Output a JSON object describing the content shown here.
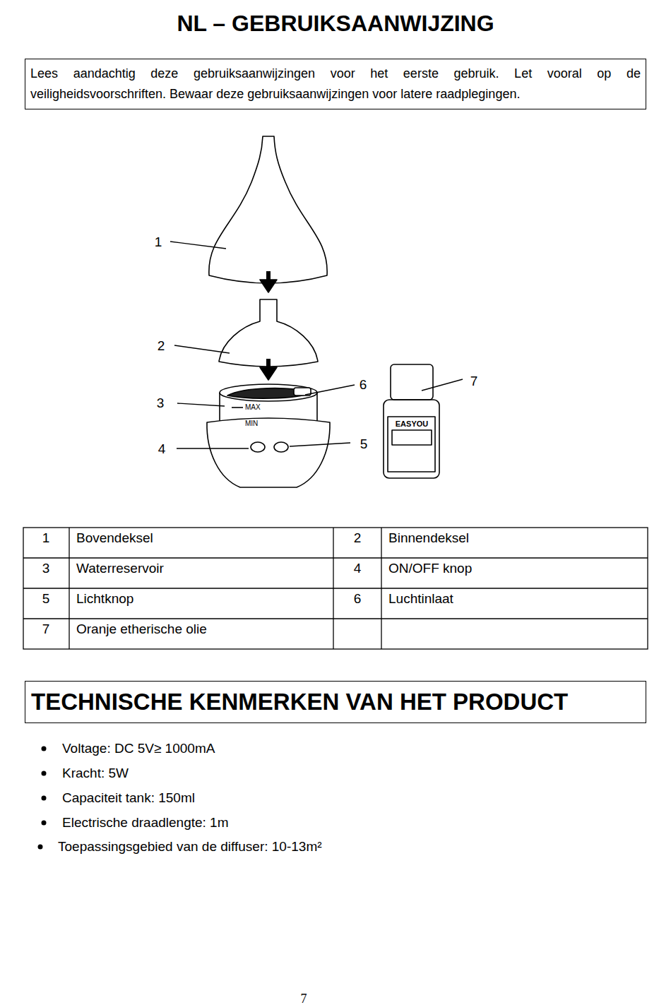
{
  "diagram": {
    "title": "NL – GEBRUIKSAANWIJZING",
    "nodes": [
      {
        "text": [
          "Lees aandachtig deze gebruiksaanwijzingen voor het eerste gebruik. Let vooral op de veiligheidsvoorschriften. Bewaar deze gebruiksaanwijzingen voor latere raadplegingen."
        ]
      },
      {
        "text": [
          "TECHNISCHE KENMERKEN VAN HET PRODUCT"
        ]
      }
    ],
    "labels": [
      "1",
      "7",
      "2",
      "6",
      "3",
      "4",
      "5",
      "MAX",
      "MIN",
      "EASYOU",
      "1",
      "Bovendeksel",
      "2",
      "Binnendeksel",
      "3",
      "Waterreservoir",
      "4",
      "ON/OFF knop",
      "5",
      "Lichtknop",
      "6",
      "Luchtinlaat",
      "7",
      "Oranje etherische olie",
      "Voltage: DC 5V≥ 1000mA",
      "Kracht: 5W",
      "Capaciteit tank: 150ml",
      "Electrische draadlengte: 1m",
      "Toepassingsgebied van de diffuser: 10-13m²",
      "7"
    ]
  }
}
